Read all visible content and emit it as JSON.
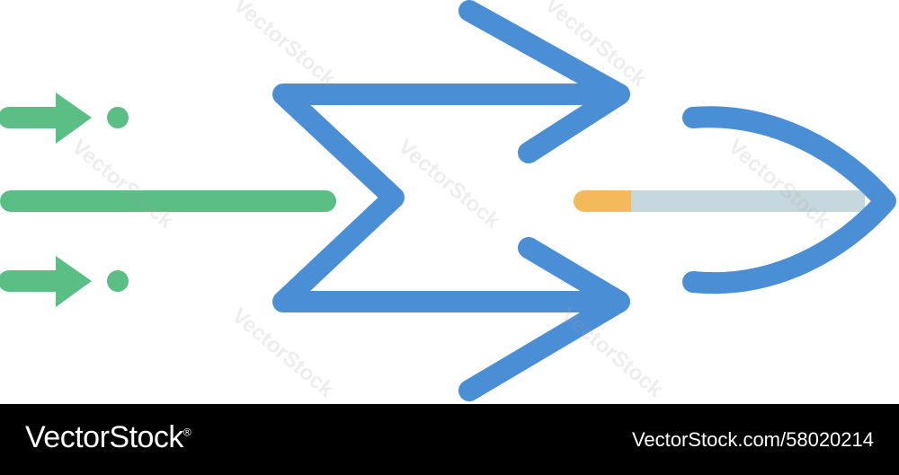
{
  "colors": {
    "green": "#5bbf85",
    "blue": "#4a8fd6",
    "orange": "#f4b95a",
    "grey": "#c7d7de",
    "footer_bg": "#000000",
    "footer_text": "#ffffff"
  },
  "watermark": {
    "text": "VectorStock"
  },
  "footer": {
    "brand": "VectorStock",
    "brand_mark": "®",
    "image_ref": "VectorStock.com/58020214"
  },
  "icons": [
    "green-small-arrow-icon",
    "green-dot-icon",
    "green-line-icon",
    "sigma-arrows-icon",
    "d-shape-icon",
    "pencil-line-icon"
  ]
}
